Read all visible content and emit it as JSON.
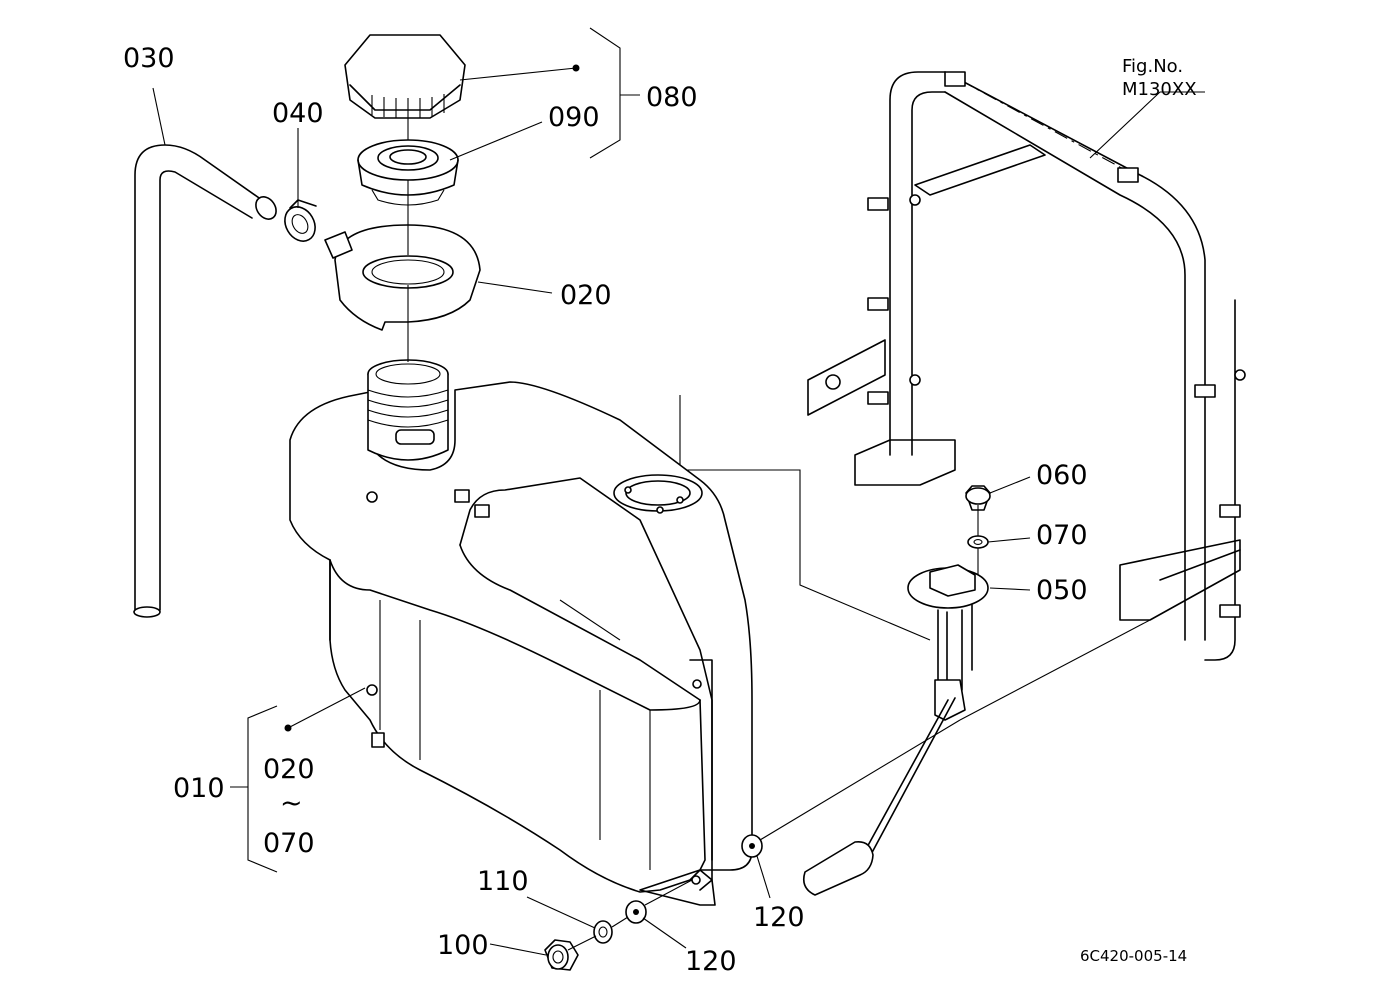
{
  "callouts": {
    "c010": "010",
    "c020_top": "020",
    "c030": "030",
    "c040": "040",
    "c050": "050",
    "c060": "060",
    "c070": "070",
    "c080": "080",
    "c090": "090",
    "c100": "100",
    "c110": "110",
    "c120_a": "120",
    "c120_b": "120",
    "range_start": "020",
    "range_sep": "~",
    "range_end": "070"
  },
  "fig_ref": {
    "line1": "Fig.No.",
    "line2": "M130XX"
  },
  "drawing_code": "6C420-005-14"
}
